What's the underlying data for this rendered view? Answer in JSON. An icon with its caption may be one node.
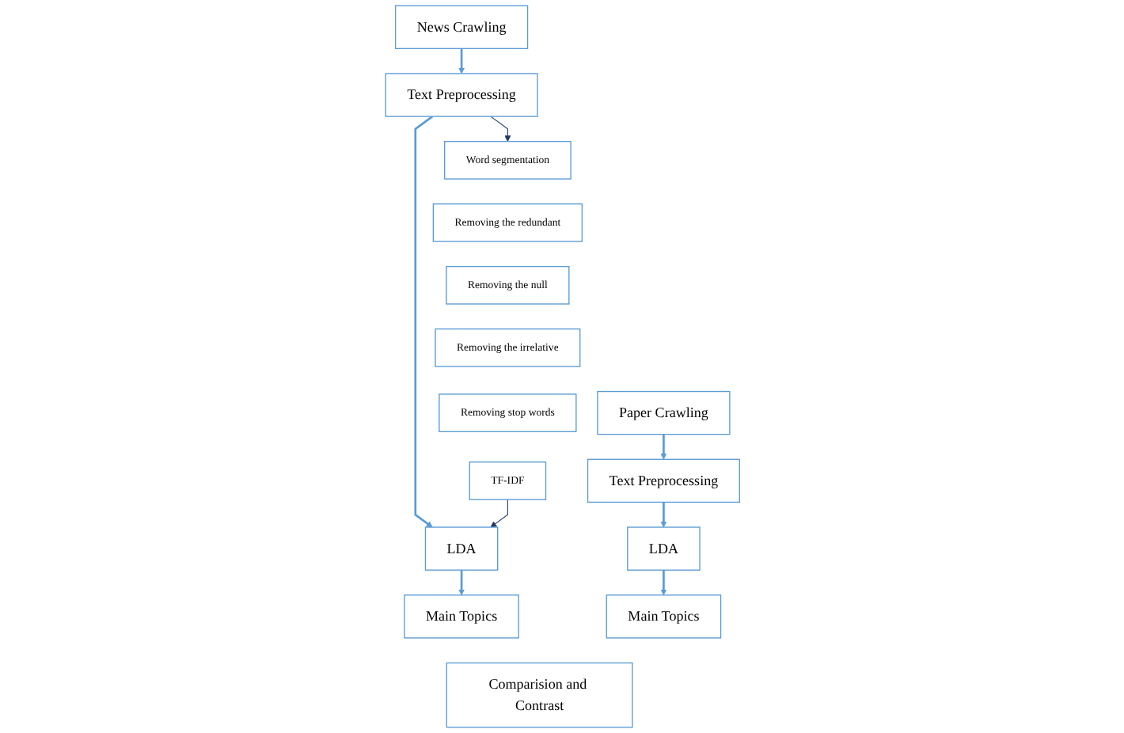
{
  "diagram": {
    "nodes": [
      {
        "text": [
          "Word segmentation"
        ]
      },
      {
        "text": [
          "Removing the redundant"
        ]
      },
      {
        "text": [
          "Removing the null"
        ]
      },
      {
        "text": [
          "Removing the irrelative"
        ]
      },
      {
        "text": [
          "Removing stop words"
        ]
      },
      {
        "text": [
          "TF-IDF"
        ]
      },
      {
        "text": [
          "News Crawling"
        ]
      },
      {
        "text": [
          "Text Preprocessing"
        ]
      },
      {
        "text": [
          "LDA"
        ]
      },
      {
        "text": [
          "Main Topics"
        ]
      },
      {
        "text": [
          "Paper Crawling"
        ]
      },
      {
        "text": [
          "Text Preprocessing"
        ]
      },
      {
        "text": [
          "LDA"
        ]
      },
      {
        "text": [
          "Main Topics"
        ]
      },
      {
        "text": [
          "Comparision and Contrast"
        ]
      }
    ],
    "edges": [
      {
        "from": 6,
        "to": 7,
        "arrow": "to"
      },
      {
        "from": 7,
        "to": 8,
        "arrow": "to"
      },
      {
        "from": 8,
        "to": 9,
        "arrow": "to"
      },
      {
        "from": 10,
        "to": 11,
        "arrow": "to"
      },
      {
        "from": 11,
        "to": 12,
        "arrow": "to"
      },
      {
        "from": 12,
        "to": 13,
        "arrow": "to"
      },
      {
        "from": 7,
        "to": 0,
        "arrow": "to",
        "color": "#203864"
      },
      {
        "from": 5,
        "to": 8,
        "arrow": "to",
        "color": "#203864"
      }
    ]
  }
}
